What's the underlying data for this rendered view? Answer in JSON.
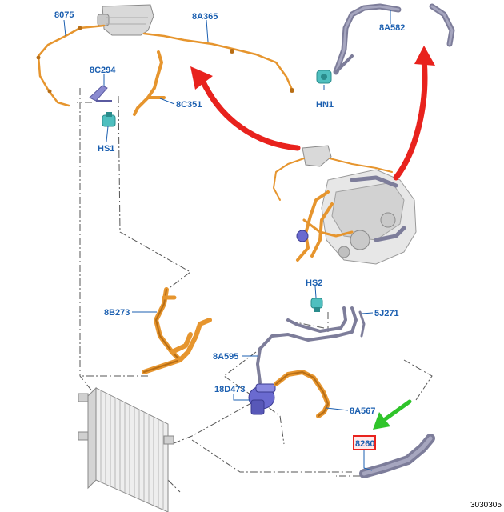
{
  "parts": {
    "p8075": "8075",
    "p8A365": "8A365",
    "p8A582": "8A582",
    "p8C294": "8C294",
    "pHN1": "HN1",
    "pHS1": "HS1",
    "p8C351": "8C351",
    "pHS2": "HS2",
    "p5J271": "5J271",
    "p8B273": "8B273",
    "p8A595": "8A595",
    "p18D473": "18D473",
    "p8A567": "8A567",
    "p8260": "8260"
  },
  "footer": {
    "ref_number": "3030305"
  },
  "colors": {
    "label_blue": "#1b5fb0",
    "hose_orange": "#e6952e",
    "hose_purple": "#7d7d9a",
    "arrow_red": "#e8221d",
    "arrow_green": "#2fc42a",
    "highlight_box": "#e8221d",
    "highlight_fill": "#ffe9ea"
  }
}
